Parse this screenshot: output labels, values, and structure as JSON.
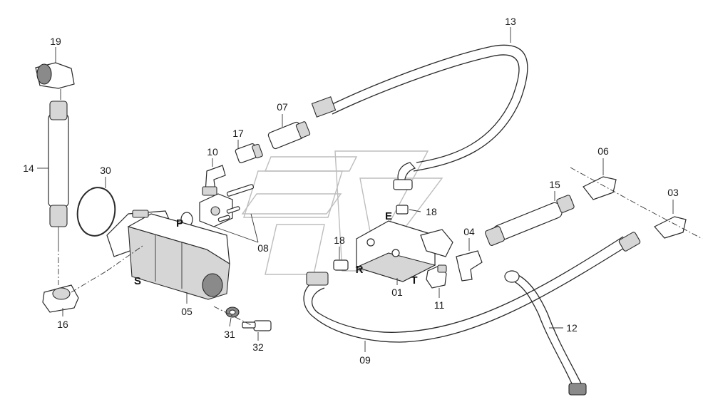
{
  "callouts": {
    "c13": "13",
    "c19": "19",
    "c14": "14",
    "c30": "30",
    "c07": "07",
    "c17": "17",
    "c10": "10",
    "c08": "08",
    "c06": "06",
    "c15": "15",
    "c03": "03",
    "c18a": "18",
    "c18b": "18",
    "c04": "04",
    "c01": "01",
    "c11": "11",
    "c05": "05",
    "c16": "16",
    "c31": "31",
    "c32": "32",
    "c09": "09",
    "c12": "12"
  },
  "ports": {
    "P": "P",
    "S": "S",
    "E": "E",
    "R": "R",
    "T": "T"
  }
}
